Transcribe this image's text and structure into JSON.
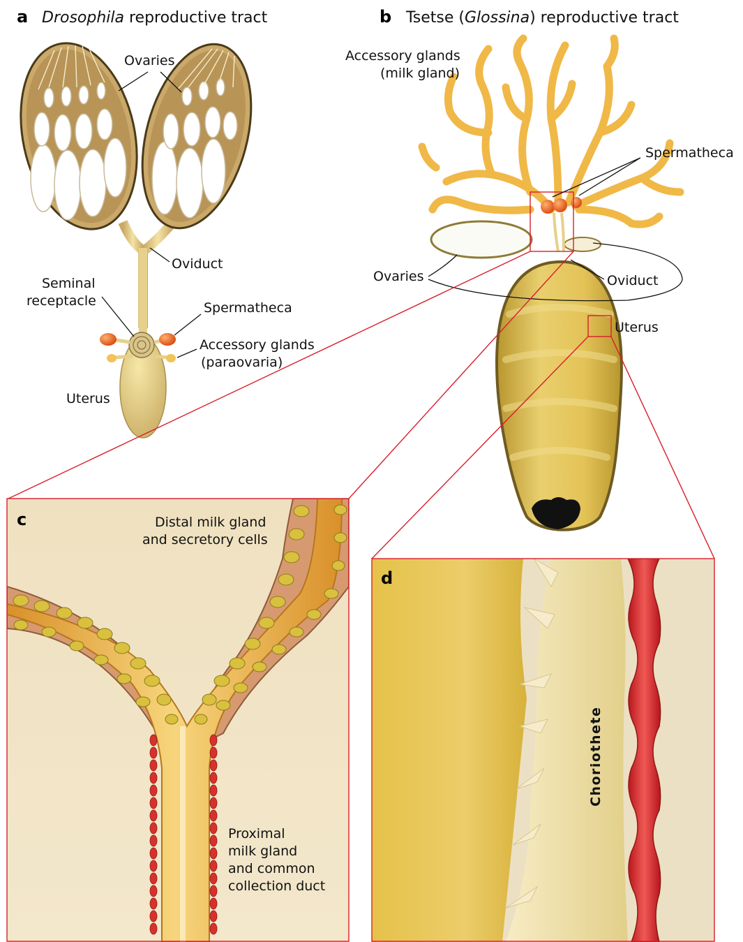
{
  "panels": {
    "a": {
      "letter": "a",
      "title_italic": "Drosophila",
      "title_rest": " reproductive tract",
      "labels": {
        "ovaries": "Ovaries",
        "oviduct": "Oviduct",
        "seminal_1": "Seminal",
        "seminal_2": "receptacle",
        "spermatheca": "Spermatheca",
        "accessory_1": "Accessory glands",
        "accessory_2": "(paraovaria)",
        "uterus": "Uterus"
      }
    },
    "b": {
      "letter": "b",
      "title_pre": "Tsetse (",
      "title_italic": "Glossina",
      "title_post": ") reproductive tract",
      "labels": {
        "accessory_1": "Accessory glands",
        "accessory_2": "(milk gland)",
        "spermatheca": "Spermatheca",
        "ovaries": "Ovaries",
        "oviduct": "Oviduct",
        "uterus": "Uterus"
      }
    },
    "c": {
      "letter": "c",
      "distal_1": "Distal milk gland",
      "distal_2": "and secretory cells",
      "proximal_1": "Proximal",
      "proximal_2": "milk gland",
      "proximal_3": "and common",
      "proximal_4": "collection duct"
    },
    "d": {
      "letter": "d",
      "choriothete": "Choriothete"
    }
  },
  "colors": {
    "accent_red": "#d81e2a",
    "tissue_yellow": "#e6c24a",
    "gland_orange": "#f2b23c",
    "background_tan": "#f1e6c8"
  }
}
